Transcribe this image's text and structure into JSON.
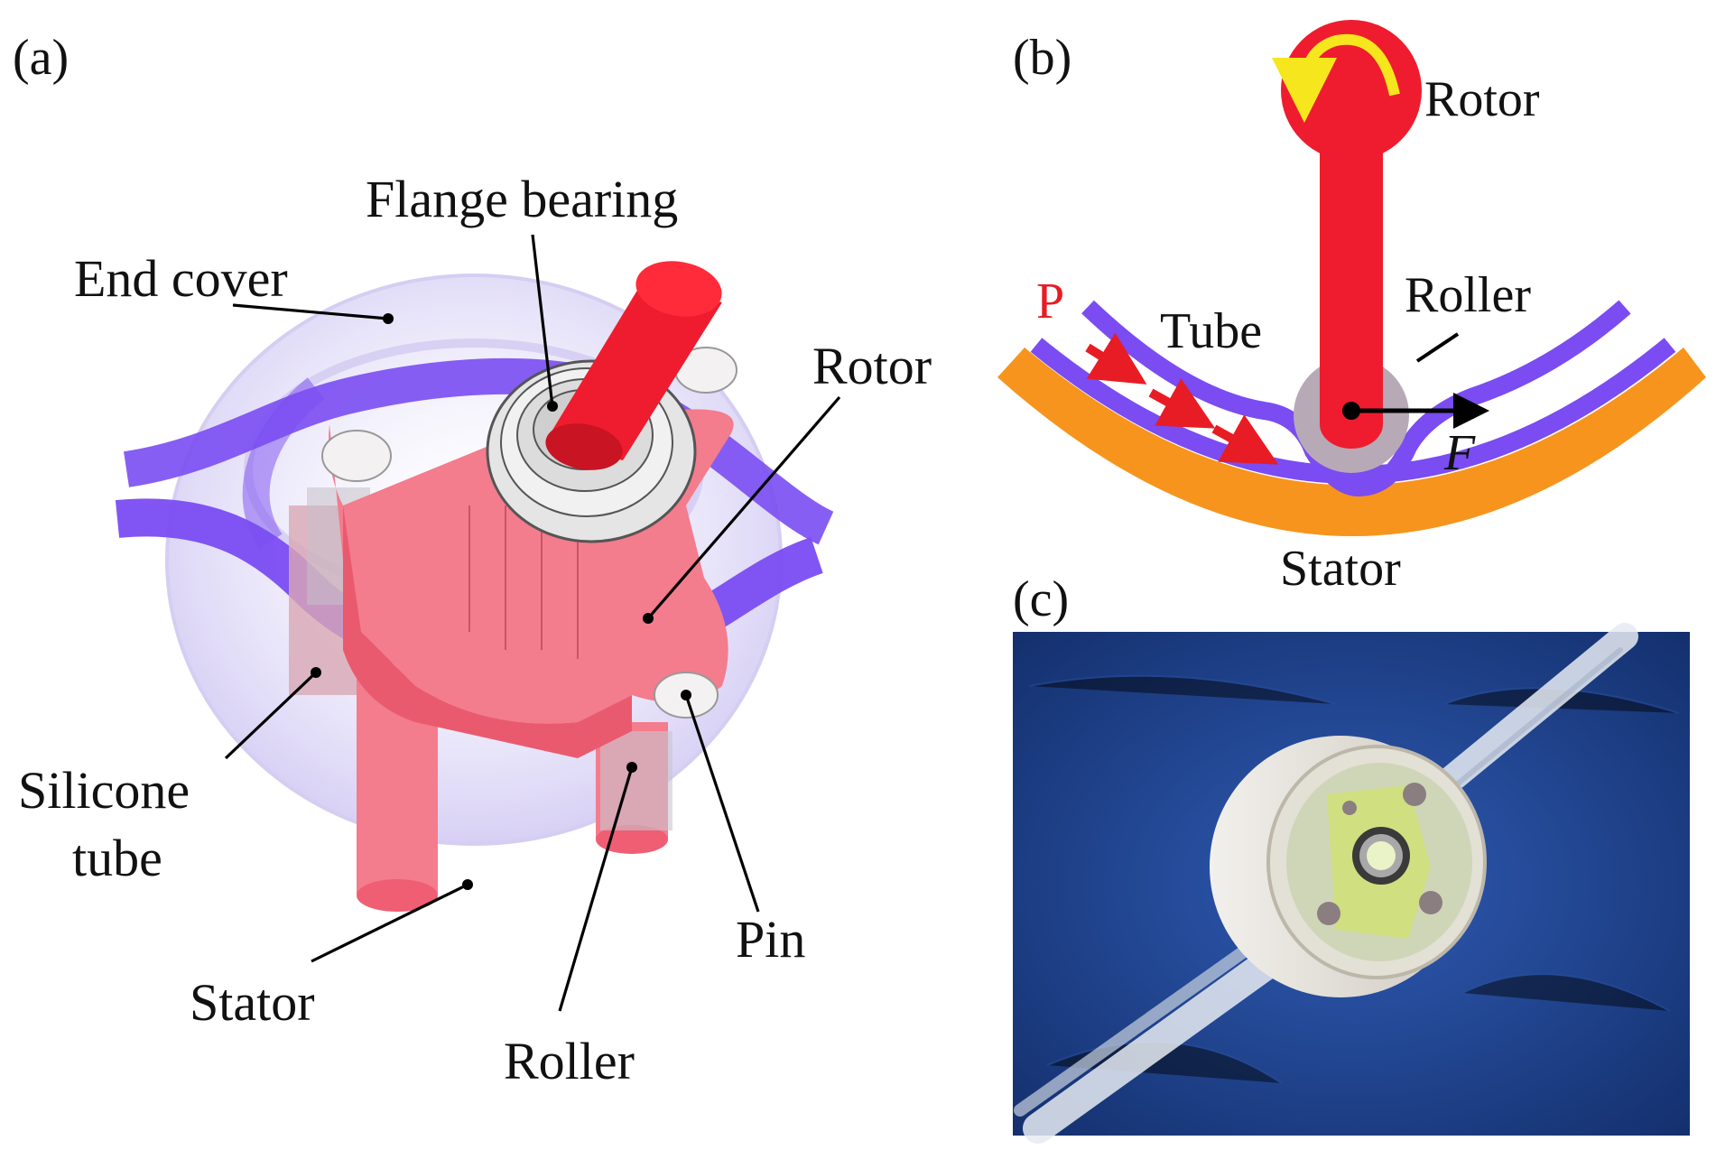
{
  "panels": {
    "a": {
      "tag": "(a)",
      "labels": {
        "flange_bearing": "Flange bearing",
        "end_cover": "End cover",
        "rotor": "Rotor",
        "silicone_tube_1": "Silicone",
        "silicone_tube_2": "tube",
        "stator": "Stator",
        "roller": "Roller",
        "pin": "Pin"
      }
    },
    "b": {
      "tag": "(b)",
      "labels": {
        "rotor": "Rotor",
        "roller": "Roller",
        "tube": "Tube",
        "pressure": "P",
        "force": "F",
        "stator": "Stator"
      }
    },
    "c": {
      "tag": "(c)"
    }
  },
  "colors": {
    "rotor_red": "#ee1c2e",
    "rotor_pink": "#f06a72",
    "tube_purple": "#7a4cf2",
    "stator_orange": "#f7941d",
    "roller_gray": "#b8a9b6",
    "arrow_yellow": "#f5e61e",
    "photo_blue": "#1f3f8f"
  }
}
